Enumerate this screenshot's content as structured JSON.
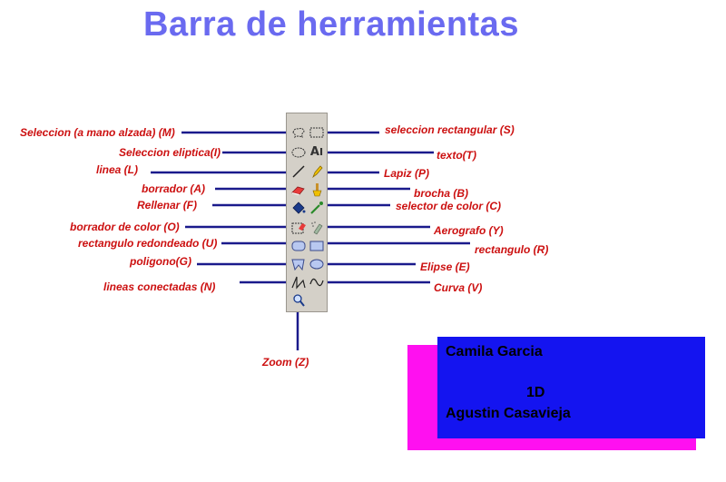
{
  "title": "Barra de herramientas",
  "labels_left": {
    "seleccion_mano_alzada": "Seleccion (a mano alzada) (M)",
    "seleccion_eliptica": "Seleccion eliptica(I)",
    "linea": "linea (L)",
    "borrador": "borrador (A)",
    "rellenar": "Rellenar (F)",
    "borrador_color": "borrador de color (O)",
    "rectangulo_redondeado": "rectangulo redondeado (U)",
    "poligono": "poligono(G)",
    "lineas_conectadas": "lineas conectadas (N)",
    "zoom": "Zoom (Z)"
  },
  "labels_right": {
    "seleccion_rectangular": "seleccion rectangular (S)",
    "texto": "texto(T)",
    "lapiz": "Lapiz (P)",
    "brocha": "brocha (B)",
    "selector_color": "selector de color (C)",
    "aerografo": "Aerografo (Y)",
    "rectangulo": "rectangulo (R)",
    "elipse": "Elipse (E)",
    "curva": "Curva (V)"
  },
  "card": {
    "name1": "Camila Garcia",
    "group": "1D",
    "name2": "Agustin Casavieja"
  },
  "colors": {
    "title": "#6a6af0",
    "label": "#cc1010",
    "connector": "#1a1a8c",
    "card_front": "#1414f0",
    "card_back": "#ff10f0"
  },
  "tool_icons": [
    "freeform-select-icon",
    "rect-select-icon",
    "ellipse-select-icon",
    "text-icon",
    "line-icon",
    "pencil-icon",
    "eraser-icon",
    "brush-icon",
    "fill-icon",
    "color-picker-icon",
    "color-eraser-icon",
    "airbrush-icon",
    "rounded-rect-icon",
    "rectangle-icon",
    "polygon-icon",
    "ellipse-icon",
    "connected-lines-icon",
    "curve-icon",
    "zoom-icon"
  ]
}
